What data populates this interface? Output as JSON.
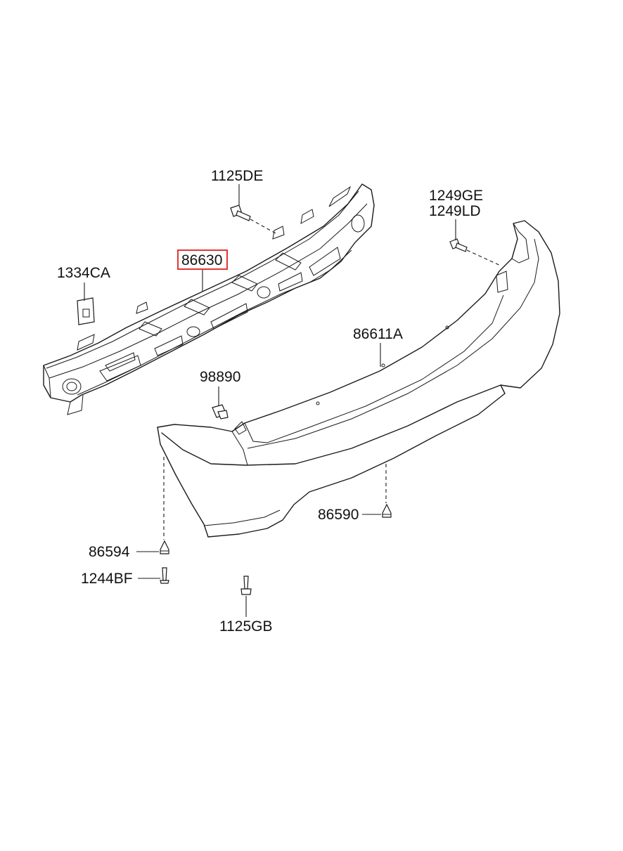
{
  "diagram": {
    "highlight_color": "#e02020",
    "labels": {
      "p1125DE": "1125DE",
      "p1249GE": "1249GE",
      "p1249LD": "1249LD",
      "p86630": "86630",
      "p1334CA": "1334CA",
      "p86611A": "86611A",
      "p98890": "98890",
      "p86590": "86590",
      "p86594": "86594",
      "p1244BF": "1244BF",
      "p1125GB": "1125GB"
    }
  }
}
